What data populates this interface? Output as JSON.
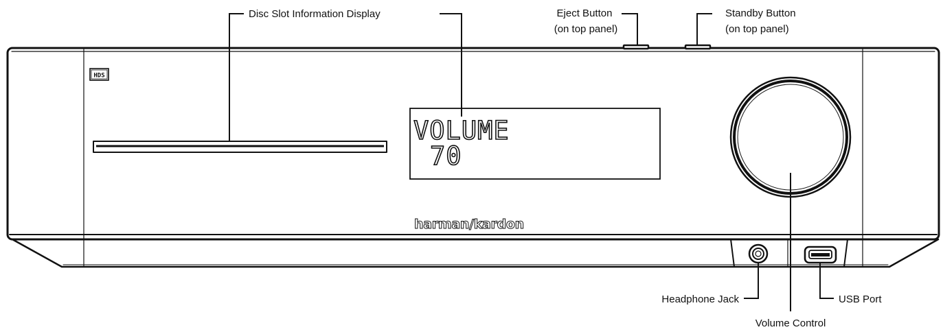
{
  "device": {
    "brand": "harman/kardon",
    "badge": "HDS",
    "display": {
      "line1": "VOLUME",
      "line2": "70"
    }
  },
  "callouts": {
    "disc_slot": "Disc Slot Information Display",
    "eject": [
      "Eject Button",
      "(on top panel)"
    ],
    "standby": [
      "Standby Button",
      "(on top panel)"
    ],
    "headphone": "Headphone Jack",
    "usb": "USB Port",
    "volume": "Volume Control"
  },
  "colors": {
    "line": "#111111",
    "background": "#ffffff"
  }
}
